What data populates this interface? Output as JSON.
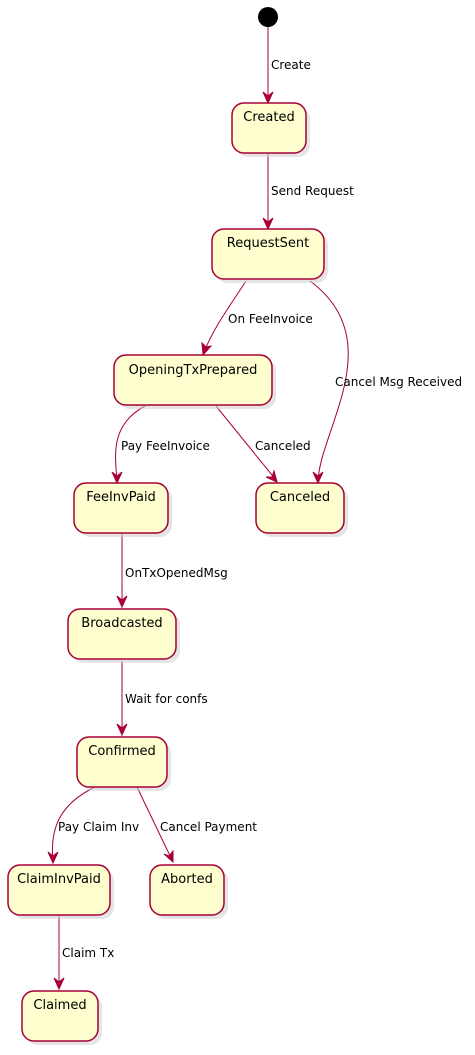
{
  "diagram": {
    "type": "state-diagram",
    "colors": {
      "state_fill": "#fefece",
      "state_border": "#a80036",
      "edge": "#a80036",
      "start": "#000000"
    },
    "states": [
      {
        "id": "created",
        "label": "Created"
      },
      {
        "id": "requestsent",
        "label": "RequestSent"
      },
      {
        "id": "openingtxprepared",
        "label": "OpeningTxPrepared"
      },
      {
        "id": "canceled",
        "label": "Canceled"
      },
      {
        "id": "feeinvpaid",
        "label": "FeeInvPaid"
      },
      {
        "id": "broadcasted",
        "label": "Broadcasted"
      },
      {
        "id": "confirmed",
        "label": "Confirmed"
      },
      {
        "id": "claiminvpaid",
        "label": "ClaimInvPaid"
      },
      {
        "id": "aborted",
        "label": "Aborted"
      },
      {
        "id": "claimed",
        "label": "Claimed"
      }
    ],
    "transitions": [
      {
        "from": "start",
        "to": "created",
        "label": "Create"
      },
      {
        "from": "created",
        "to": "requestsent",
        "label": "Send Request"
      },
      {
        "from": "requestsent",
        "to": "openingtxprepared",
        "label": "On FeeInvoice"
      },
      {
        "from": "requestsent",
        "to": "canceled",
        "label": "Cancel Msg Received"
      },
      {
        "from": "openingtxprepared",
        "to": "feeinvpaid",
        "label": "Pay FeeInvoice"
      },
      {
        "from": "openingtxprepared",
        "to": "canceled",
        "label": "Canceled"
      },
      {
        "from": "feeinvpaid",
        "to": "broadcasted",
        "label": "OnTxOpenedMsg"
      },
      {
        "from": "broadcasted",
        "to": "confirmed",
        "label": "Wait for confs"
      },
      {
        "from": "confirmed",
        "to": "claiminvpaid",
        "label": "Pay Claim Inv"
      },
      {
        "from": "confirmed",
        "to": "aborted",
        "label": "Cancel Payment"
      },
      {
        "from": "claiminvpaid",
        "to": "claimed",
        "label": "Claim Tx"
      }
    ]
  }
}
